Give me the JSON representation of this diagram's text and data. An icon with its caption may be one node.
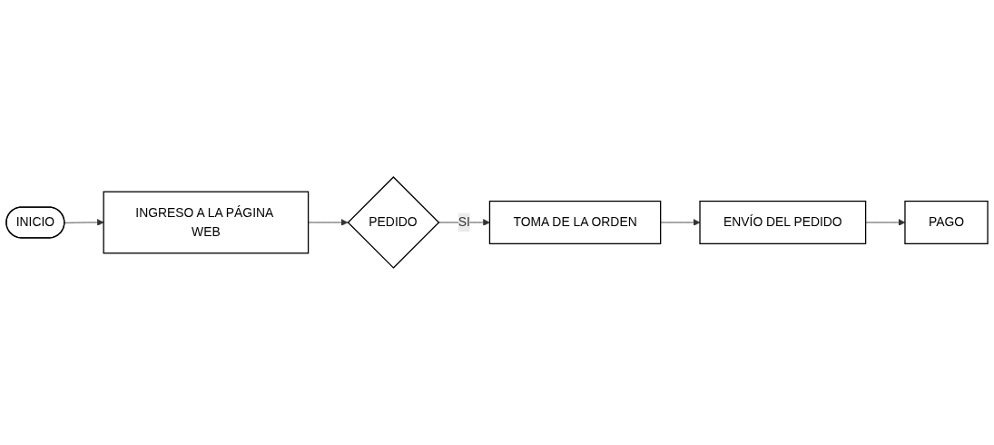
{
  "diagram": {
    "nodes": [
      {
        "text": [
          "INICIO"
        ]
      },
      {
        "text": [
          "INGRESO A LA PÁGINA WEB"
        ]
      },
      {
        "text": [
          "PEDIDO"
        ]
      },
      {
        "text": [
          "TOMA DE LA ORDEN"
        ]
      },
      {
        "text": [
          "ENVÍO DEL PEDIDO"
        ]
      },
      {
        "text": [
          "PAGO"
        ]
      }
    ],
    "edges": [
      {
        "from": 0,
        "to": 1,
        "arrow": "to"
      },
      {
        "from": 1,
        "to": 2,
        "arrow": "to"
      },
      {
        "from": 2,
        "to": 3,
        "label": "SI",
        "arrow": "to"
      },
      {
        "from": 3,
        "to": 4,
        "arrow": "to"
      },
      {
        "from": 4,
        "to": 5,
        "arrow": "to"
      }
    ]
  }
}
